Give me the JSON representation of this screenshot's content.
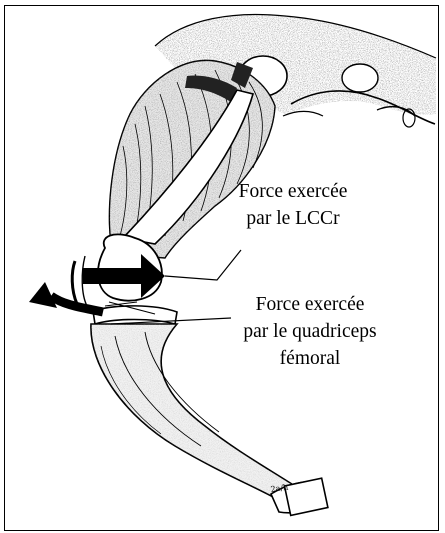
{
  "labels": {
    "lccr": {
      "line1": "Force exercée",
      "line2": "par le LCCr"
    },
    "quadriceps": {
      "line1": "Force exercée",
      "line2": "par le quadriceps",
      "line3": "fémoral"
    }
  },
  "signature": "2a/h",
  "colors": {
    "ink": "#000000",
    "shading": "#9a9a9a",
    "paper": "#ffffff"
  }
}
